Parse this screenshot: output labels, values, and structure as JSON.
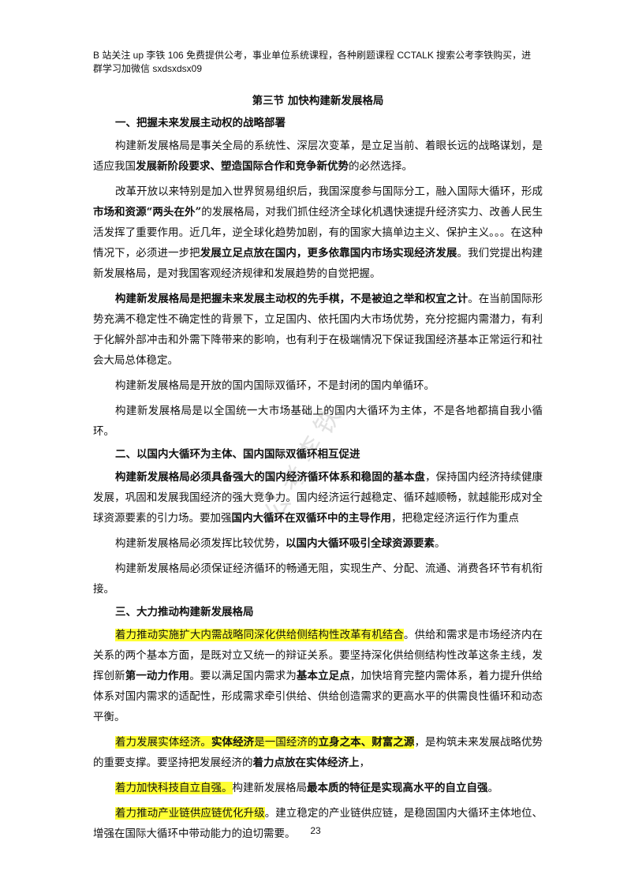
{
  "header": {
    "line1": "B 站关注 up 李铁 106 免费提供公考，事业单位系统课程，各种刷题课程 CCTALK 搜索公考李铁购买，进",
    "line2": "群学习加微信 sxdsxdsx09"
  },
  "watermark": "公考李铁",
  "title": "第三节 加快构建新发展格局",
  "sections": {
    "s1": {
      "heading": "一、把握未来发展主动权的战略部署",
      "p1": {
        "a": "构建新发展格局是事关全局的系统性、深层次变革，是立足当前、着眼长远的战略谋划，是适应我国",
        "b": "发展新阶段要求、塑造国际合作和竞争新优势",
        "c": "的必然选择。"
      },
      "p2": {
        "a": "改革开放以来特别是加入世界贸易组织后，我国深度参与国际分工，融入国际大循环，形成",
        "b": "市场和资源“两头在外”",
        "c": "的发展格局，对我们抓住经济全球化机遇快速提升经济实力、改善人民生活发挥了重要作用。近几年，逆全球化趋势加剧，有的国家大搞单边主义、保护主义。。。在这种情况下，必须进一步把",
        "d": "发展立足点放在国内，更多依靠国内市场实现经济发展",
        "e": "。我们党提出构建新发展格局，是对我国客观经济规律和发展趋势的自觉把握。"
      },
      "p3": {
        "a": "构建新发展格局是把握未来发展主动权的先手棋，不是被迫之举和权宜之计",
        "b": "。在当前国际形势充满不稳定性不确定性的背景下，立足国内、依托国内大市场优势，充分挖掘内需潜力，有利于化解外部冲击和外需下降带来的影响，也有利于在极端情况下保证我国经济基本正常运行和社会大局总体稳定。"
      },
      "p4": "构建新发展格局是开放的国内国际双循环，不是封闭的国内单循环。",
      "p5": "构建新发展格局是以全国统一大市场基础上的国内大循环为主体，不是各地都搞自我小循环。"
    },
    "s2": {
      "heading": "二、以国内大循环为主体、国内国际双循环相互促进",
      "p1": {
        "a": "构建新发展格局必须具备强大的国内经济循环体系和稳固的基本盘",
        "b": "，保持国内经济持续健康发展，巩固和发展我国经济的强大竞争力。国内经济运行越稳定、循环越顺畅，就越能形成对全球资源要素的引力场。要加强",
        "c": "国内大循环在双循环中的主导作用",
        "d": "，把稳定经济运行作为重点"
      },
      "p2": {
        "a": "构建新发展格局必须发挥比较优势，",
        "b": "以国内大循环吸引全球资源要素",
        "c": "。"
      },
      "p3": "构建新发展格局必须保证经济循环的畅通无阻，实现生产、分配、流通、消费各环节有机衔接。"
    },
    "s3": {
      "heading": "三、大力推动构建新发展格局",
      "p1": {
        "a": "着力推动实施扩大内需战略同深化供给侧结构性改革有机结合",
        "b": "。供给和需求是市场经济内在关系的两个基本方面，是既对立又统一的辩证关系。要坚持深化供给侧结构性改革这条主线，发挥创新",
        "c": "第一动力作用",
        "d": "。要以满足国内需求为",
        "e": "基本立足点",
        "f": "，加快培育完整内需体系，着力提升供给体系对国内需求的适配性，形成需求牵引供给、供给创造需求的更高水平的供需良性循环和动态平衡。"
      },
      "p2": {
        "a": "着力发展实体经济。",
        "b": "实体经济",
        "c": "是一国经济的",
        "d": "立身之本、财富之源",
        "e": "，是构筑未来发展战略优势的重要支撑。要坚持把发展经济的",
        "f": "着力点放在实体经济上",
        "g": "，"
      },
      "p3": {
        "a": "着力加快科技自立自强。",
        "b": "构建新发展格局",
        "c": "最本质的特征是实现高水平的自立自强",
        "d": "。"
      },
      "p4": {
        "a": "着力推动产业链供应链优化升级",
        "b": "。建立稳定的产业链供应链，是稳固国内大循环主体地位、增强在国际大循环中带动能力的迫切需要。"
      }
    }
  },
  "page_number": "23",
  "colors": {
    "highlight": "#ffff33",
    "text": "#111111"
  }
}
